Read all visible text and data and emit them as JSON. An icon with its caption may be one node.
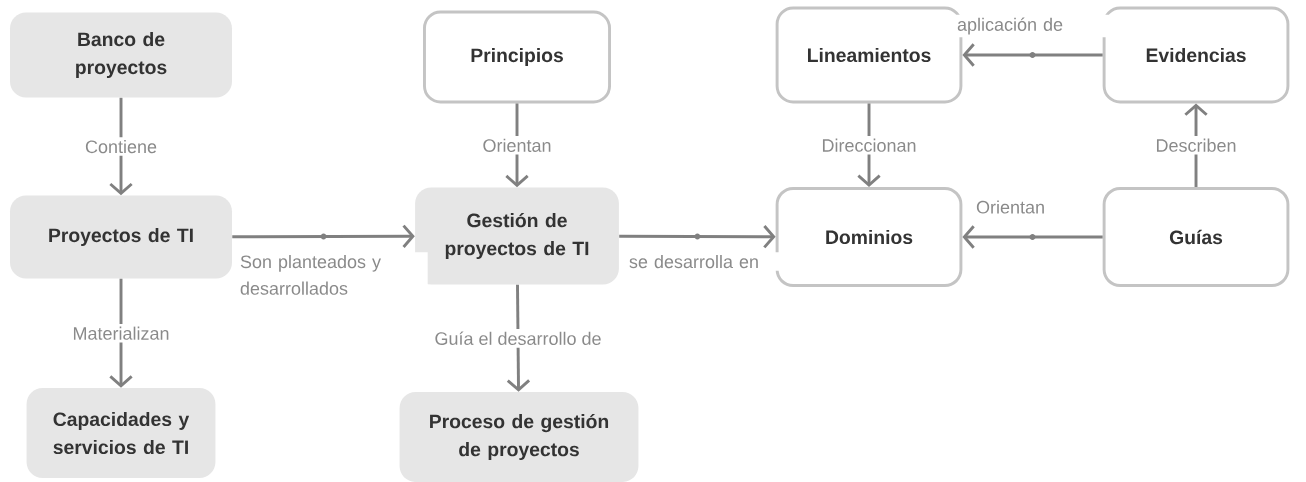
{
  "diagram": {
    "nodes": [
      {
        "text": [
          "Banco de proyectos"
        ]
      },
      {
        "text": [
          "Proyectos de TI"
        ]
      },
      {
        "text": [
          "Capacidades y servicios de TI"
        ]
      },
      {
        "text": [
          "Principios"
        ]
      },
      {
        "text": [
          "Gestión de proyectos de TI"
        ]
      },
      {
        "text": [
          "Proceso de gestión de proyectos"
        ]
      },
      {
        "text": [
          "Lineamientos"
        ]
      },
      {
        "text": [
          "Evidencias"
        ]
      },
      {
        "text": [
          "Dominios"
        ]
      },
      {
        "text": [
          "Guías"
        ]
      }
    ],
    "edges": [
      {
        "from": 0,
        "to": 1,
        "arrow": "to",
        "label": "Contiene"
      },
      {
        "from": 1,
        "to": 4,
        "arrow": "to",
        "label": "Son planteados y desarrollados"
      },
      {
        "from": 1,
        "to": 2,
        "arrow": "to",
        "label": "Materializan"
      },
      {
        "from": 3,
        "to": 4,
        "arrow": "to",
        "label": "Orientan"
      },
      {
        "from": 4,
        "to": 8,
        "arrow": "to",
        "label": "se desarrolla en"
      },
      {
        "from": 4,
        "to": 5,
        "arrow": "to",
        "label": "Guía el desarrollo de"
      },
      {
        "from": 6,
        "to": 8,
        "arrow": "to",
        "label": "Direccionan"
      },
      {
        "from": 7,
        "to": 6,
        "arrow": "to",
        "label": "aplicación de"
      },
      {
        "from": 9,
        "to": 7,
        "arrow": "to",
        "label": "Describen"
      },
      {
        "from": 9,
        "to": 8,
        "arrow": "to",
        "label": "Orientan"
      }
    ]
  }
}
